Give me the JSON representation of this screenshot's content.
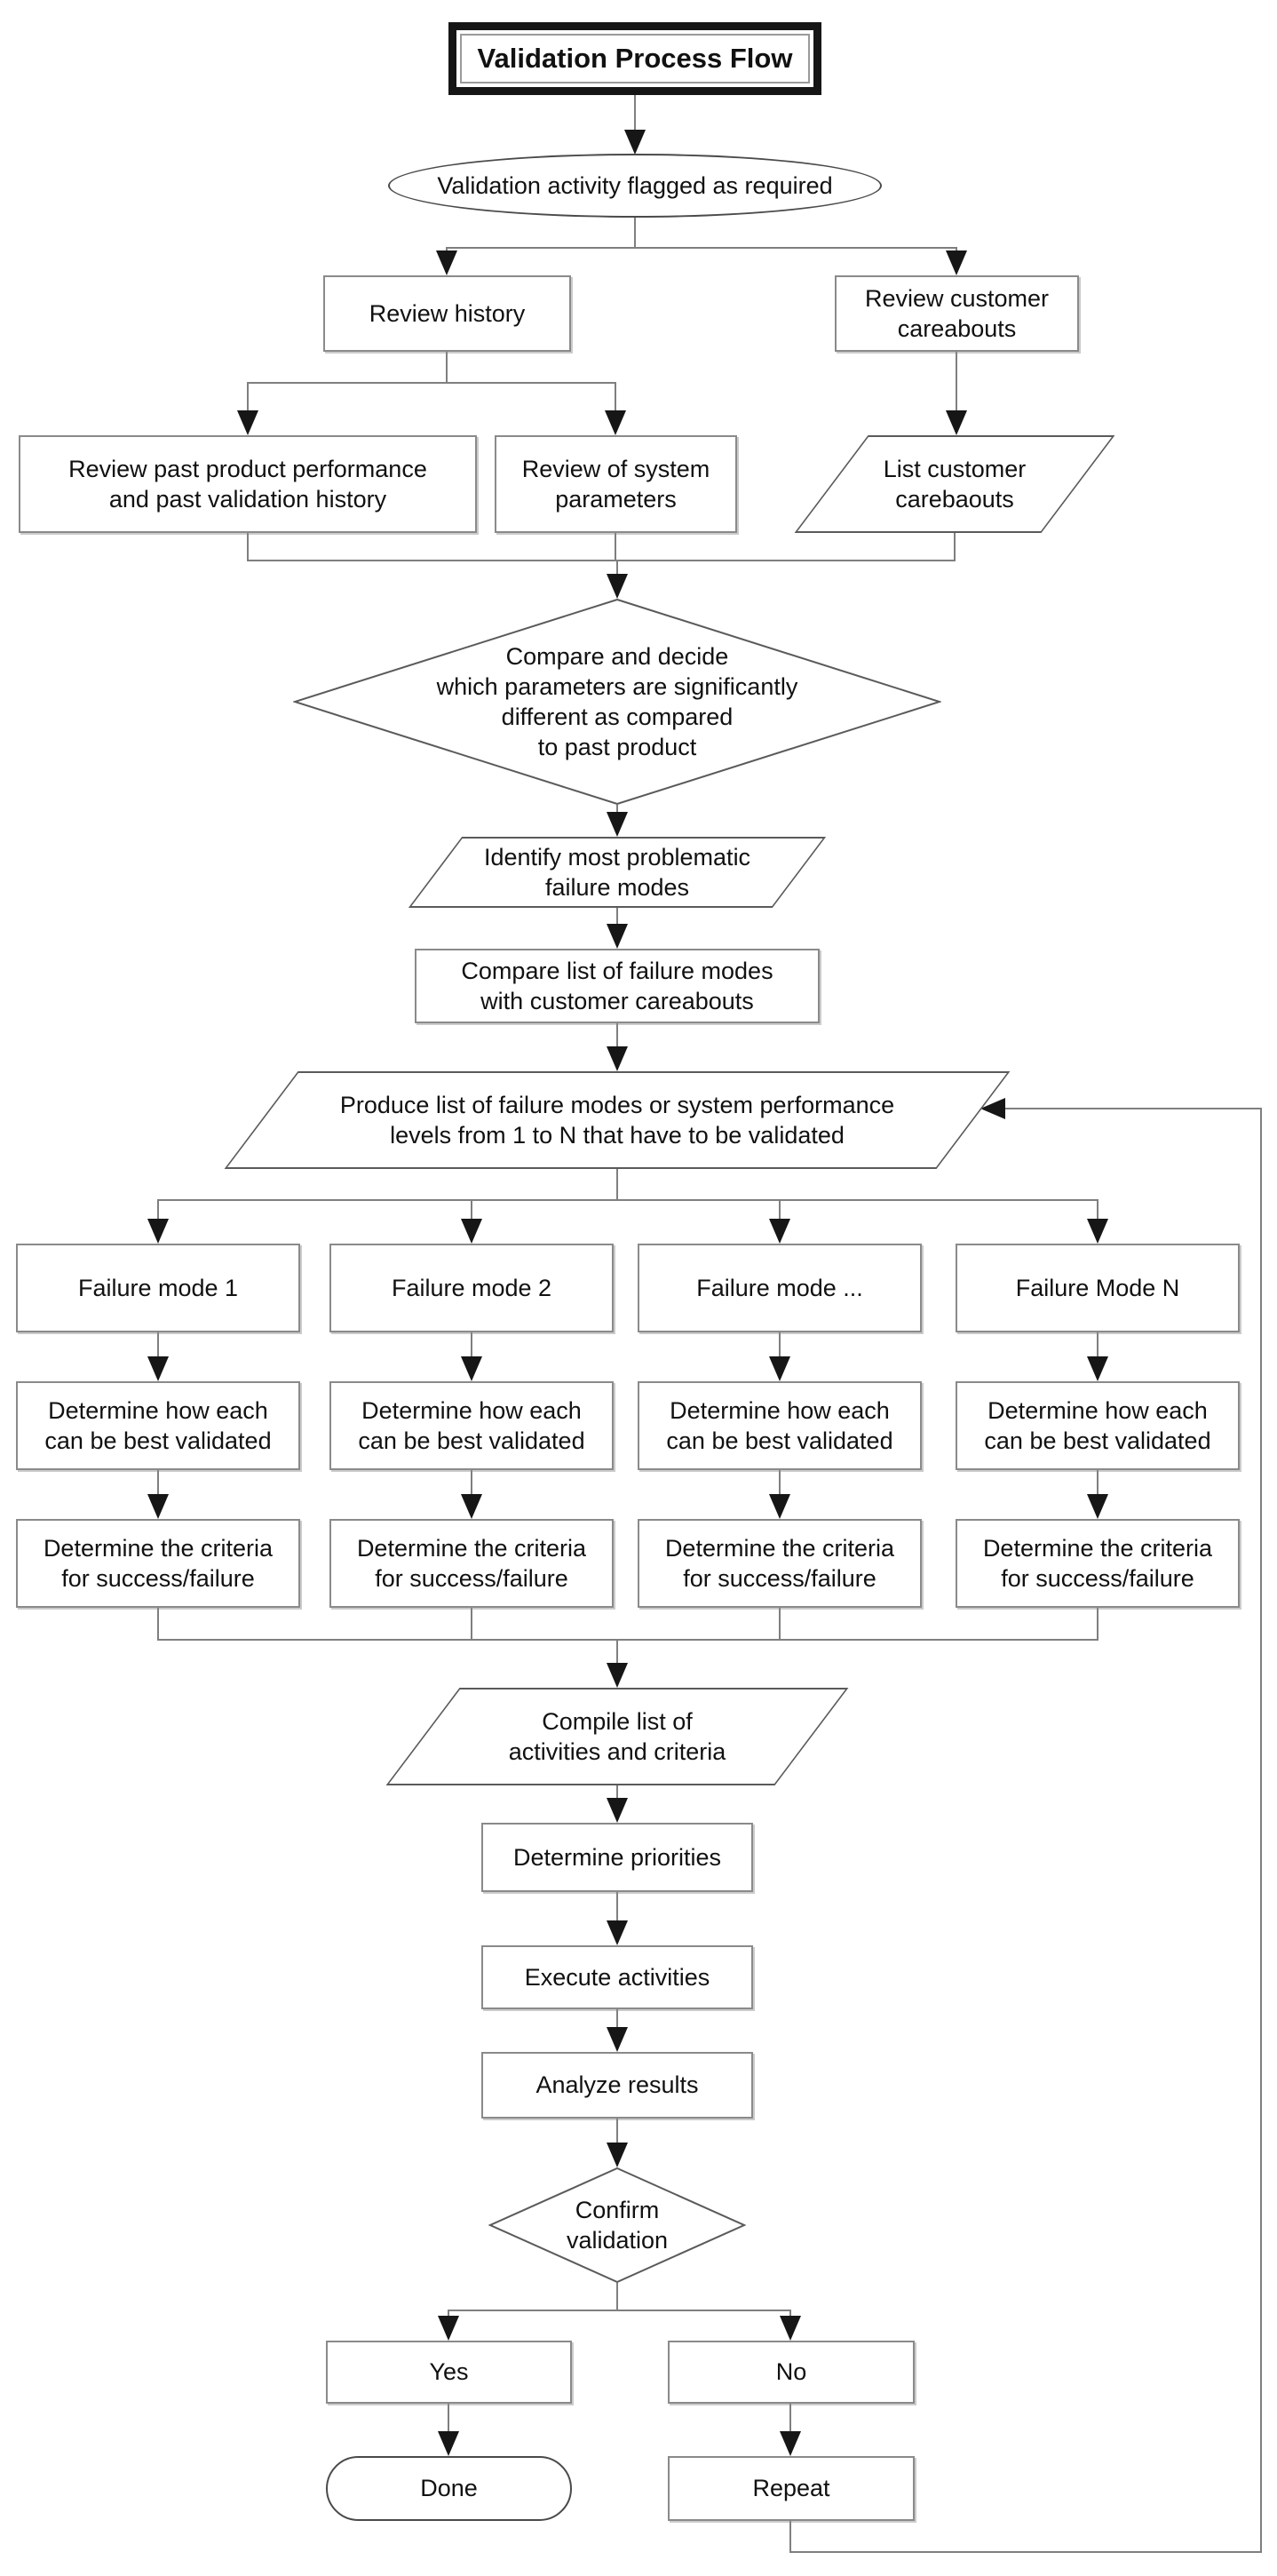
{
  "diagram_title": "Validation Process Flow",
  "colors": {
    "background": "#ffffff",
    "text": "#111111",
    "connector_line": "#7f7f7f",
    "arrowhead": "#161616",
    "box_border": "#8a8a8a",
    "shape_border": "#5a5a5a",
    "title_border": "#161616"
  },
  "nodes": {
    "title": "Validation Process Flow",
    "flagged": "Validation activity flagged as required",
    "review_history": "Review history",
    "review_customer": "Review customer\ncareabouts",
    "review_past": "Review past product performance\nand past validation history",
    "review_system": "Review of system\nparameters",
    "list_customer": "List customer\ncarebaouts",
    "compare_decide": "Compare and decide\nwhich parameters are significantly\ndifferent as compared\nto past product",
    "identify": "Identify most problematic\nfailure modes",
    "compare_list": "Compare list of failure modes\nwith customer careabouts",
    "produce_list": "Produce list of failure modes or system performance\nlevels from 1 to N that have to be validated",
    "compile": "Compile list of\nactivities and criteria",
    "priorities": "Determine priorities",
    "execute": "Execute activities",
    "analyze": "Analyze results",
    "confirm": "Confirm\nvalidation",
    "yes": "Yes",
    "no": "No",
    "done": "Done",
    "repeat": "Repeat"
  },
  "columns": [
    {
      "mode": "Failure mode 1",
      "how": "Determine how each\ncan be best validated",
      "criteria": "Determine the criteria\nfor success/failure"
    },
    {
      "mode": "Failure mode 2",
      "how": "Determine how each\ncan be best validated",
      "criteria": "Determine the criteria\nfor success/failure"
    },
    {
      "mode": "Failure mode ...",
      "how": "Determine how each\ncan be best validated",
      "criteria": "Determine the criteria\nfor success/failure"
    },
    {
      "mode": "Failure Mode N",
      "how": "Determine how each\ncan be best validated",
      "criteria": "Determine the criteria\nfor success/failure"
    }
  ]
}
